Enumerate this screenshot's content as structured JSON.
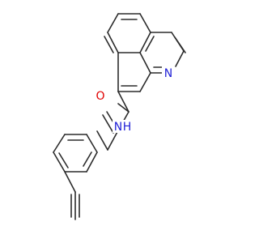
{
  "molecule": {
    "atoms": {
      "nitrogen_ring": {
        "label": "N",
        "color": "#1f1fd6"
      },
      "oxygen": {
        "label": "O",
        "color": "#e00000"
      },
      "nitrogen_amide": {
        "label": "N",
        "color": "#1f1fd6"
      },
      "hydrogen_amide": {
        "label": "H",
        "color": "#1f1fd6"
      }
    },
    "bond_color": "#2b2b2b",
    "background": "#ffffff"
  }
}
